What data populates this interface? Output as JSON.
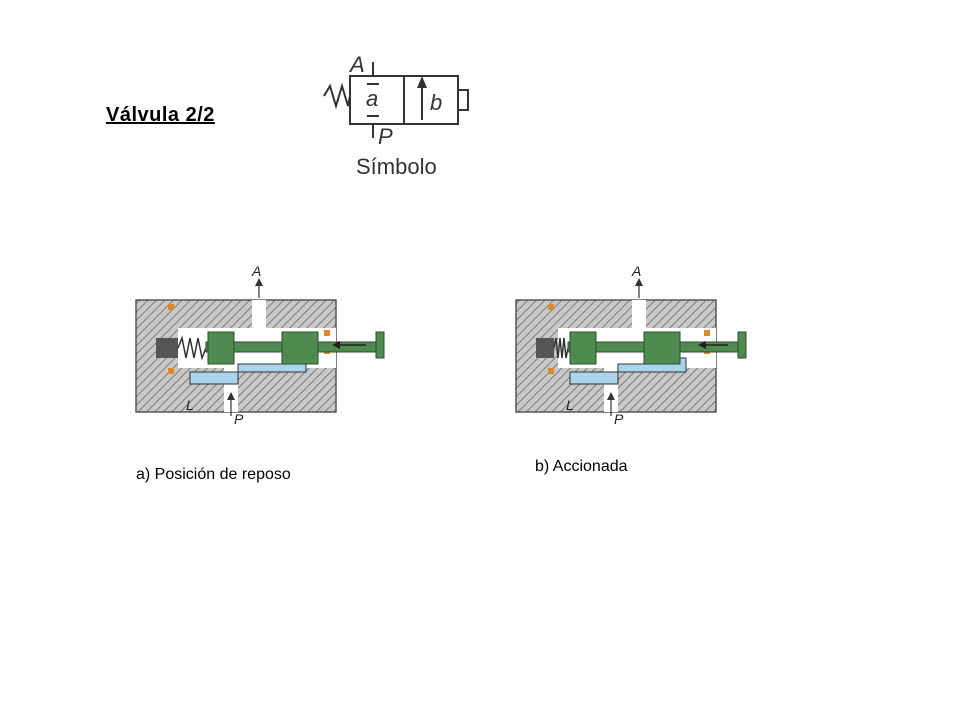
{
  "title": "Válvula 2/2",
  "symbol": {
    "port_a": "A",
    "port_p": "P",
    "position_a": "a",
    "position_b": "b",
    "label": "Símbolo"
  },
  "valves": [
    {
      "port_a": "A",
      "port_l": "L",
      "port_p": "P",
      "caption": "a) Posición de reposo"
    },
    {
      "port_a": "A",
      "port_l": "L",
      "port_p": "P",
      "caption": "b) Accionada"
    }
  ],
  "colors": {
    "body_hatch": "#8a8a8a",
    "spool": "#4f8a4f",
    "channel": "#a9d4ec",
    "seal": "#e0892a"
  }
}
